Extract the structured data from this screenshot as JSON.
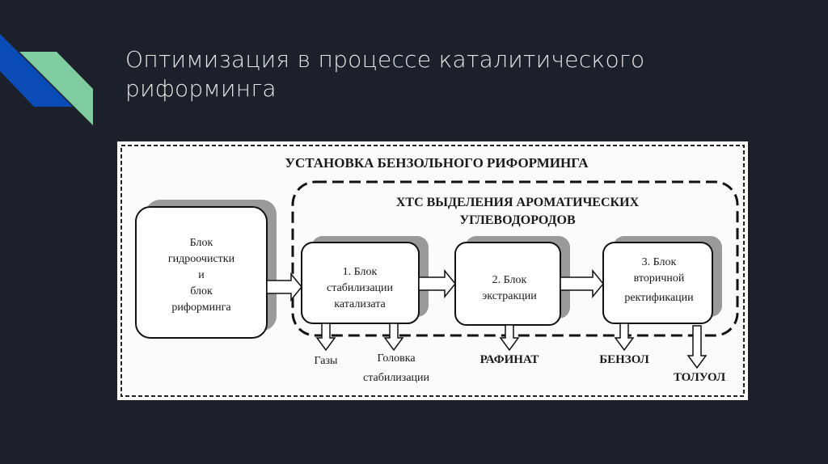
{
  "slide": {
    "title_lines": [
      "Оптимизация в процессе каталитического",
      "риформинга"
    ],
    "colors": {
      "background": "#1c202a",
      "accent_blue": "#0a4bb5",
      "accent_green": "#7fcca0",
      "title_text": "#e6e6e6"
    }
  },
  "diagram": {
    "outer_title": "УСТАНОВКА БЕНЗОЛЬНОГО РИФОРМИНГА",
    "inner_title_lines": [
      "ХТС ВЫДЕЛЕНИЯ АРОМАТИЧЕСКИХ",
      "УГЛЕВОДОРОДОВ"
    ],
    "blocks": [
      {
        "lines": [
          "Блок",
          "гидроочистки",
          "и",
          "блок",
          "риформинга"
        ]
      },
      {
        "lines": [
          "1. Блок",
          "стабилизации",
          "катализата"
        ]
      },
      {
        "lines": [
          "2. Блок",
          "экстракции"
        ]
      },
      {
        "lines": [
          "3. Блок",
          "вторичной",
          "ректификации"
        ]
      }
    ],
    "outputs": {
      "gases": "Газы",
      "stab_head_lines": [
        "Головка",
        "стабилизации"
      ],
      "raffinate": "РАФИНАТ",
      "benzene": "БЕНЗОЛ",
      "toluene": "ТОЛУОЛ"
    }
  }
}
